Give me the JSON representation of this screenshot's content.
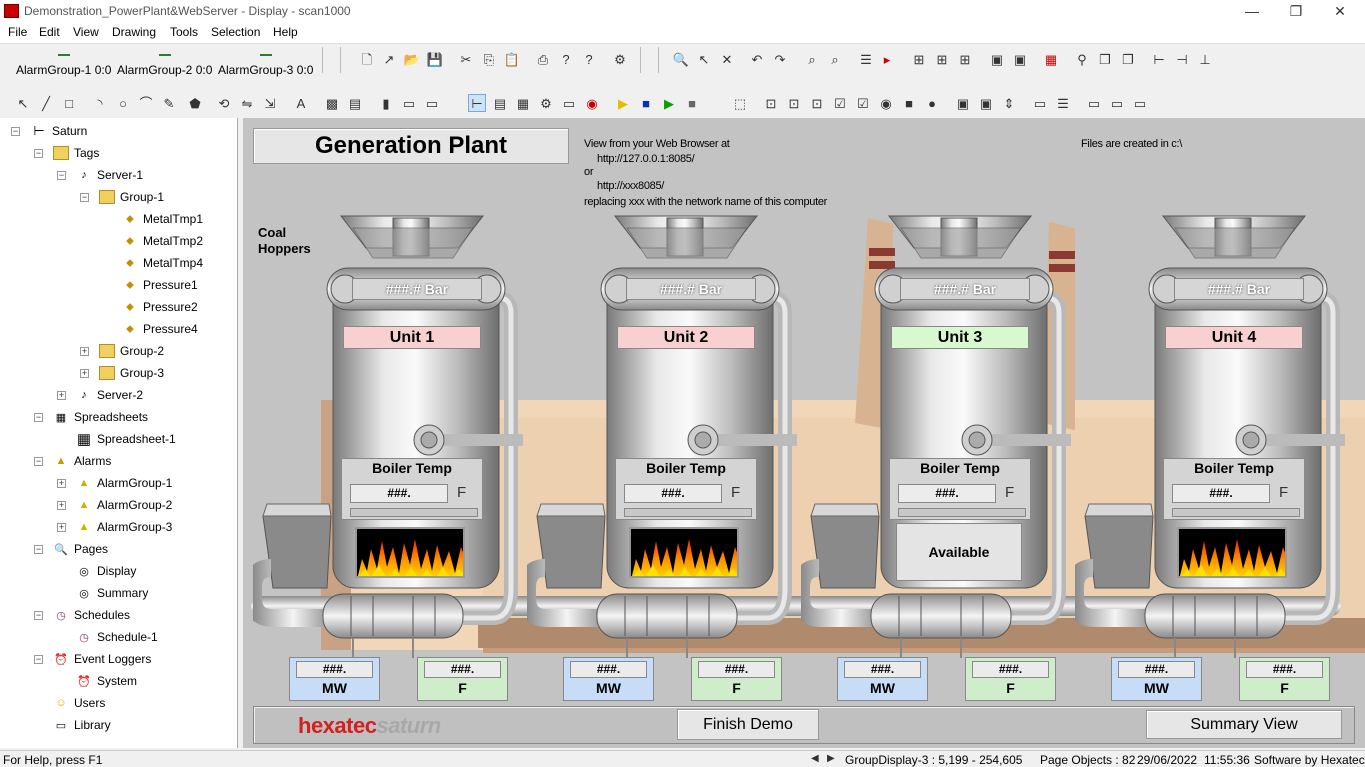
{
  "window": {
    "title": "Demonstration_PowerPlant&WebServer - Display - scan1000",
    "minimize": "—",
    "restore": "❐",
    "close": "✕"
  },
  "menu": [
    "File",
    "Edit",
    "View",
    "Drawing",
    "Tools",
    "Selection",
    "Help"
  ],
  "alarm_groups": [
    "AlarmGroup-1 0:0",
    "AlarmGroup-2 0:0",
    "AlarmGroup-3 0:0"
  ],
  "tree": {
    "root": "Saturn",
    "tags": "Tags",
    "server1": "Server-1",
    "group1": "Group-1",
    "tag_items": [
      "MetalTmp1",
      "MetalTmp2",
      "MetalTmp4",
      "Pressure1",
      "Pressure2",
      "Pressure4"
    ],
    "group2": "Group-2",
    "group3": "Group-3",
    "server2": "Server-2",
    "spreadsheets": "Spreadsheets",
    "spreadsheet1": "Spreadsheet-1",
    "alarms": "Alarms",
    "alarm_items": [
      "AlarmGroup-1",
      "AlarmGroup-2",
      "AlarmGroup-3"
    ],
    "pages": "Pages",
    "page_items": [
      "Display",
      "Summary"
    ],
    "schedules": "Schedules",
    "schedule1": "Schedule-1",
    "event_loggers": "Event Loggers",
    "system": "System",
    "users": "Users",
    "library": "Library"
  },
  "display": {
    "title": "Generation Plant",
    "info_lines": [
      "View from your Web Browser at",
      "http://127.0.0.1:8085/",
      "or",
      "http://xxx8085/",
      "replacing xxx with the network name of this computer"
    ],
    "files_note": "Files are created in c:\\",
    "coal_label_1": "Coal",
    "coal_label_2": "Hoppers",
    "units": [
      {
        "name": "Unit 1",
        "pressure": "###.# Bar",
        "boiler_label": "Boiler Temp",
        "temp": "###.",
        "temp_unit": "F",
        "status": "fire",
        "label_color": "#f8d0d0",
        "mw": "###.",
        "mw_unit": "MW",
        "f": "###.",
        "f_unit": "F"
      },
      {
        "name": "Unit 2",
        "pressure": "###.# Bar",
        "boiler_label": "Boiler Temp",
        "temp": "###.",
        "temp_unit": "F",
        "status": "fire",
        "label_color": "#f8d0d0",
        "mw": "###.",
        "mw_unit": "MW",
        "f": "###.",
        "f_unit": "F"
      },
      {
        "name": "Unit 3",
        "pressure": "###.# Bar",
        "boiler_label": "Boiler Temp",
        "temp": "###.",
        "temp_unit": "F",
        "status": "Available",
        "label_color": "#d8f8d0",
        "mw": "###.",
        "mw_unit": "MW",
        "f": "###.",
        "f_unit": "F"
      },
      {
        "name": "Unit 4",
        "pressure": "###.# Bar",
        "boiler_label": "Boiler Temp",
        "temp": "###.",
        "temp_unit": "F",
        "status": "fire",
        "label_color": "#f8d0d0",
        "mw": "###.",
        "mw_unit": "MW",
        "f": "###.",
        "f_unit": "F"
      }
    ],
    "brand_1": "hexatec",
    "brand_2": "saturn",
    "finish_button": "Finish Demo",
    "summary_button": "Summary View",
    "colors": {
      "mw_box": "#c7dcf7",
      "f_box": "#cfeccb",
      "brand_red": "#d42020"
    }
  },
  "status": {
    "help": "For Help, press F1",
    "group": "GroupDisplay-3 : 5,199 - 254,605",
    "objects": "Page Objects : 82",
    "date": "29/06/2022",
    "time": "11:55:36",
    "vendor": "Software by Hexatec"
  }
}
